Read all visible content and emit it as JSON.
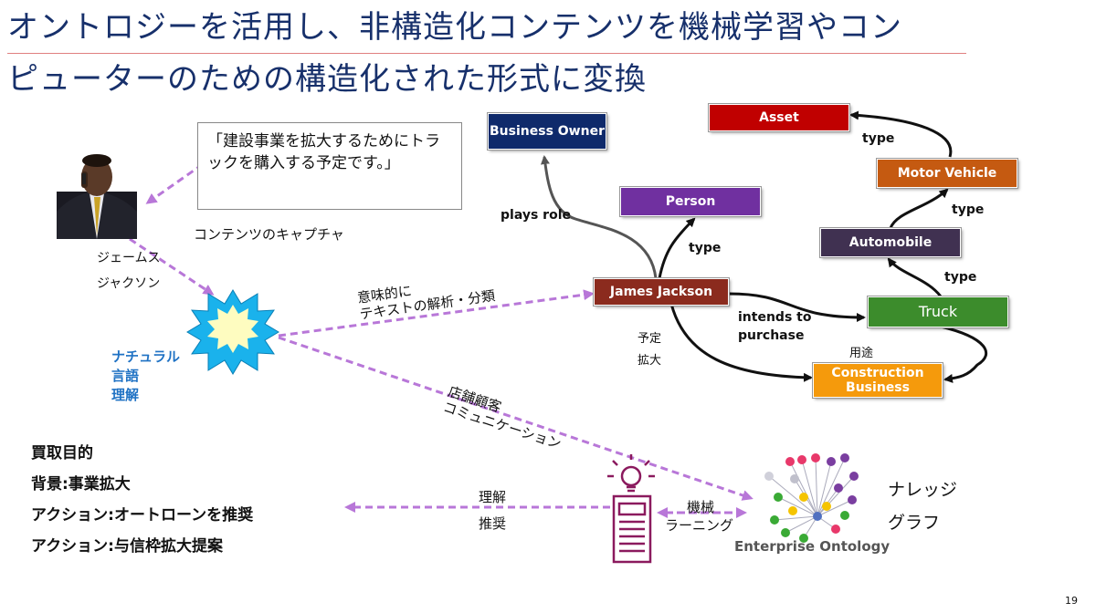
{
  "title": {
    "line1": "オントロジーを活用し、非構造化コンテンツを機械学習やコン",
    "line2": "ピューターのための構造化された形式に変換"
  },
  "quote": "「建設事業を拡大するためにトラックを購入する予定です。」",
  "capture_label": "コンテンツのキャプチャ",
  "person_name": {
    "line1": "ジェームス",
    "line2": "ジャクソン"
  },
  "nlu_label": {
    "line1": "ナチュラル",
    "line2": "言語",
    "line3": "理解"
  },
  "analysis_label": {
    "line1": "意味的に",
    "line2": "テキストの解析・分類"
  },
  "store_label": {
    "line1": "店舗顧客",
    "line2": "コミュニケーション"
  },
  "ml_label": {
    "line1": "機械",
    "line2": "ラーニング"
  },
  "understand_label": {
    "line1": "理解",
    "line2": "推奨"
  },
  "knowledge_graph": {
    "line1": "ナレッジ",
    "line2": "グラフ"
  },
  "enterprise_ontology": "Enterprise Ontology",
  "purchase_goals": [
    "買取目的",
    "背景:事業拡大",
    "アクション:オートローンを推奨",
    "アクション:与信枠拡大提案"
  ],
  "nodes": {
    "business_owner": "Business Owner",
    "person": "Person",
    "james_jackson": "James Jackson",
    "asset": "Asset",
    "motor_vehicle": "Motor Vehicle",
    "automobile": "Automobile",
    "truck": "Truck",
    "construction_business": "Construction Business"
  },
  "edge_labels": {
    "plays_role": "plays role",
    "type_person": "type",
    "type_asset": "type",
    "type_motor": "type",
    "type_auto": "type",
    "intends": "intends to",
    "purchase": "purchase",
    "plan": "予定",
    "expand": "拡大",
    "use": "用途"
  },
  "colors": {
    "title": "#17306b",
    "business_owner": "#0f2a6b",
    "person": "#7030a0",
    "james_jackson": "#8b2b1e",
    "asset": "#c00000",
    "motor_vehicle": "#c55a11",
    "automobile": "#403151",
    "truck": "#3c8c2c",
    "construction_business": "#f59a0c",
    "dashed_arrow": "#b877d8",
    "nlu_blue": "#1f72c4"
  },
  "page_number": "19"
}
